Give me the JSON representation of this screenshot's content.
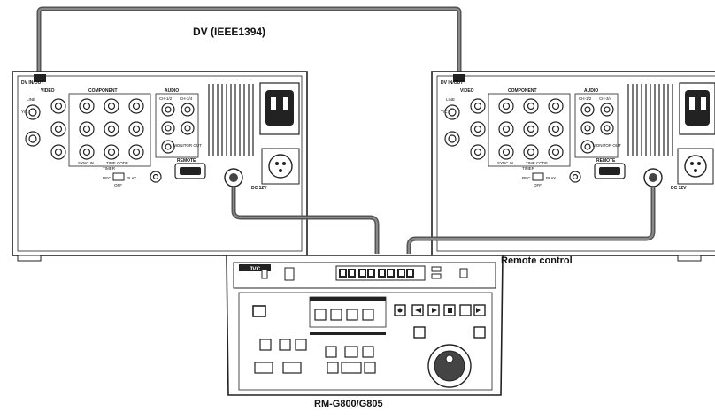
{
  "diagram": {
    "cable_labels": {
      "dv": "DV (IEEE1394)",
      "remote": "Remote control"
    },
    "controller_model": "RM-G800/G805",
    "controller_brand": "JVC",
    "deck_panel_labels": {
      "dv_port": "DV\nIN/OUT",
      "video": "VIDEO",
      "component": "COMPONENT",
      "audio": "AUDIO",
      "line": "LINE",
      "yc": "Y/C",
      "ch12": "CH-1/2",
      "ch34": "CH-3/4",
      "monitor_out": "MONITOR OUT",
      "sync_in": "SYNC IN",
      "time_code": "TIME CODE",
      "remote": "REMOTE",
      "timer": "TIMER",
      "rec": "REC",
      "play": "PLAY",
      "off": "OFF",
      "dc12v": "DC 12V"
    }
  }
}
